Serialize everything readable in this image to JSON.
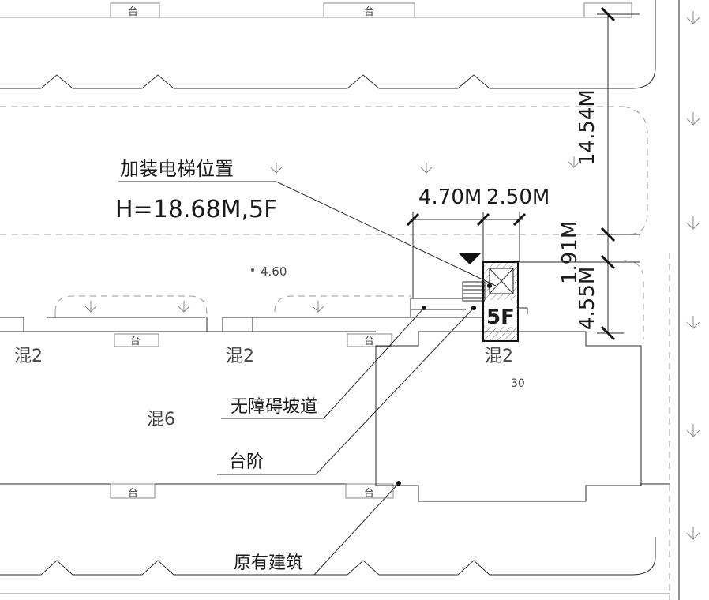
{
  "labels": {
    "elevator_title": "加装电梯位置",
    "elevator_height": "H=18.68M,5F",
    "ramp": "无障碍坡道",
    "steps": "台阶",
    "existing_building": "原有建筑",
    "floors": "5F",
    "mix6": "混6",
    "mix2": "混2",
    "tai": "台",
    "elevation": "4.60",
    "number_30": "30"
  },
  "dimensions": {
    "horizontal": [
      "4.70M",
      "2.50M"
    ],
    "vertical": [
      "14.54M",
      "1.91M",
      "4.55M"
    ]
  }
}
